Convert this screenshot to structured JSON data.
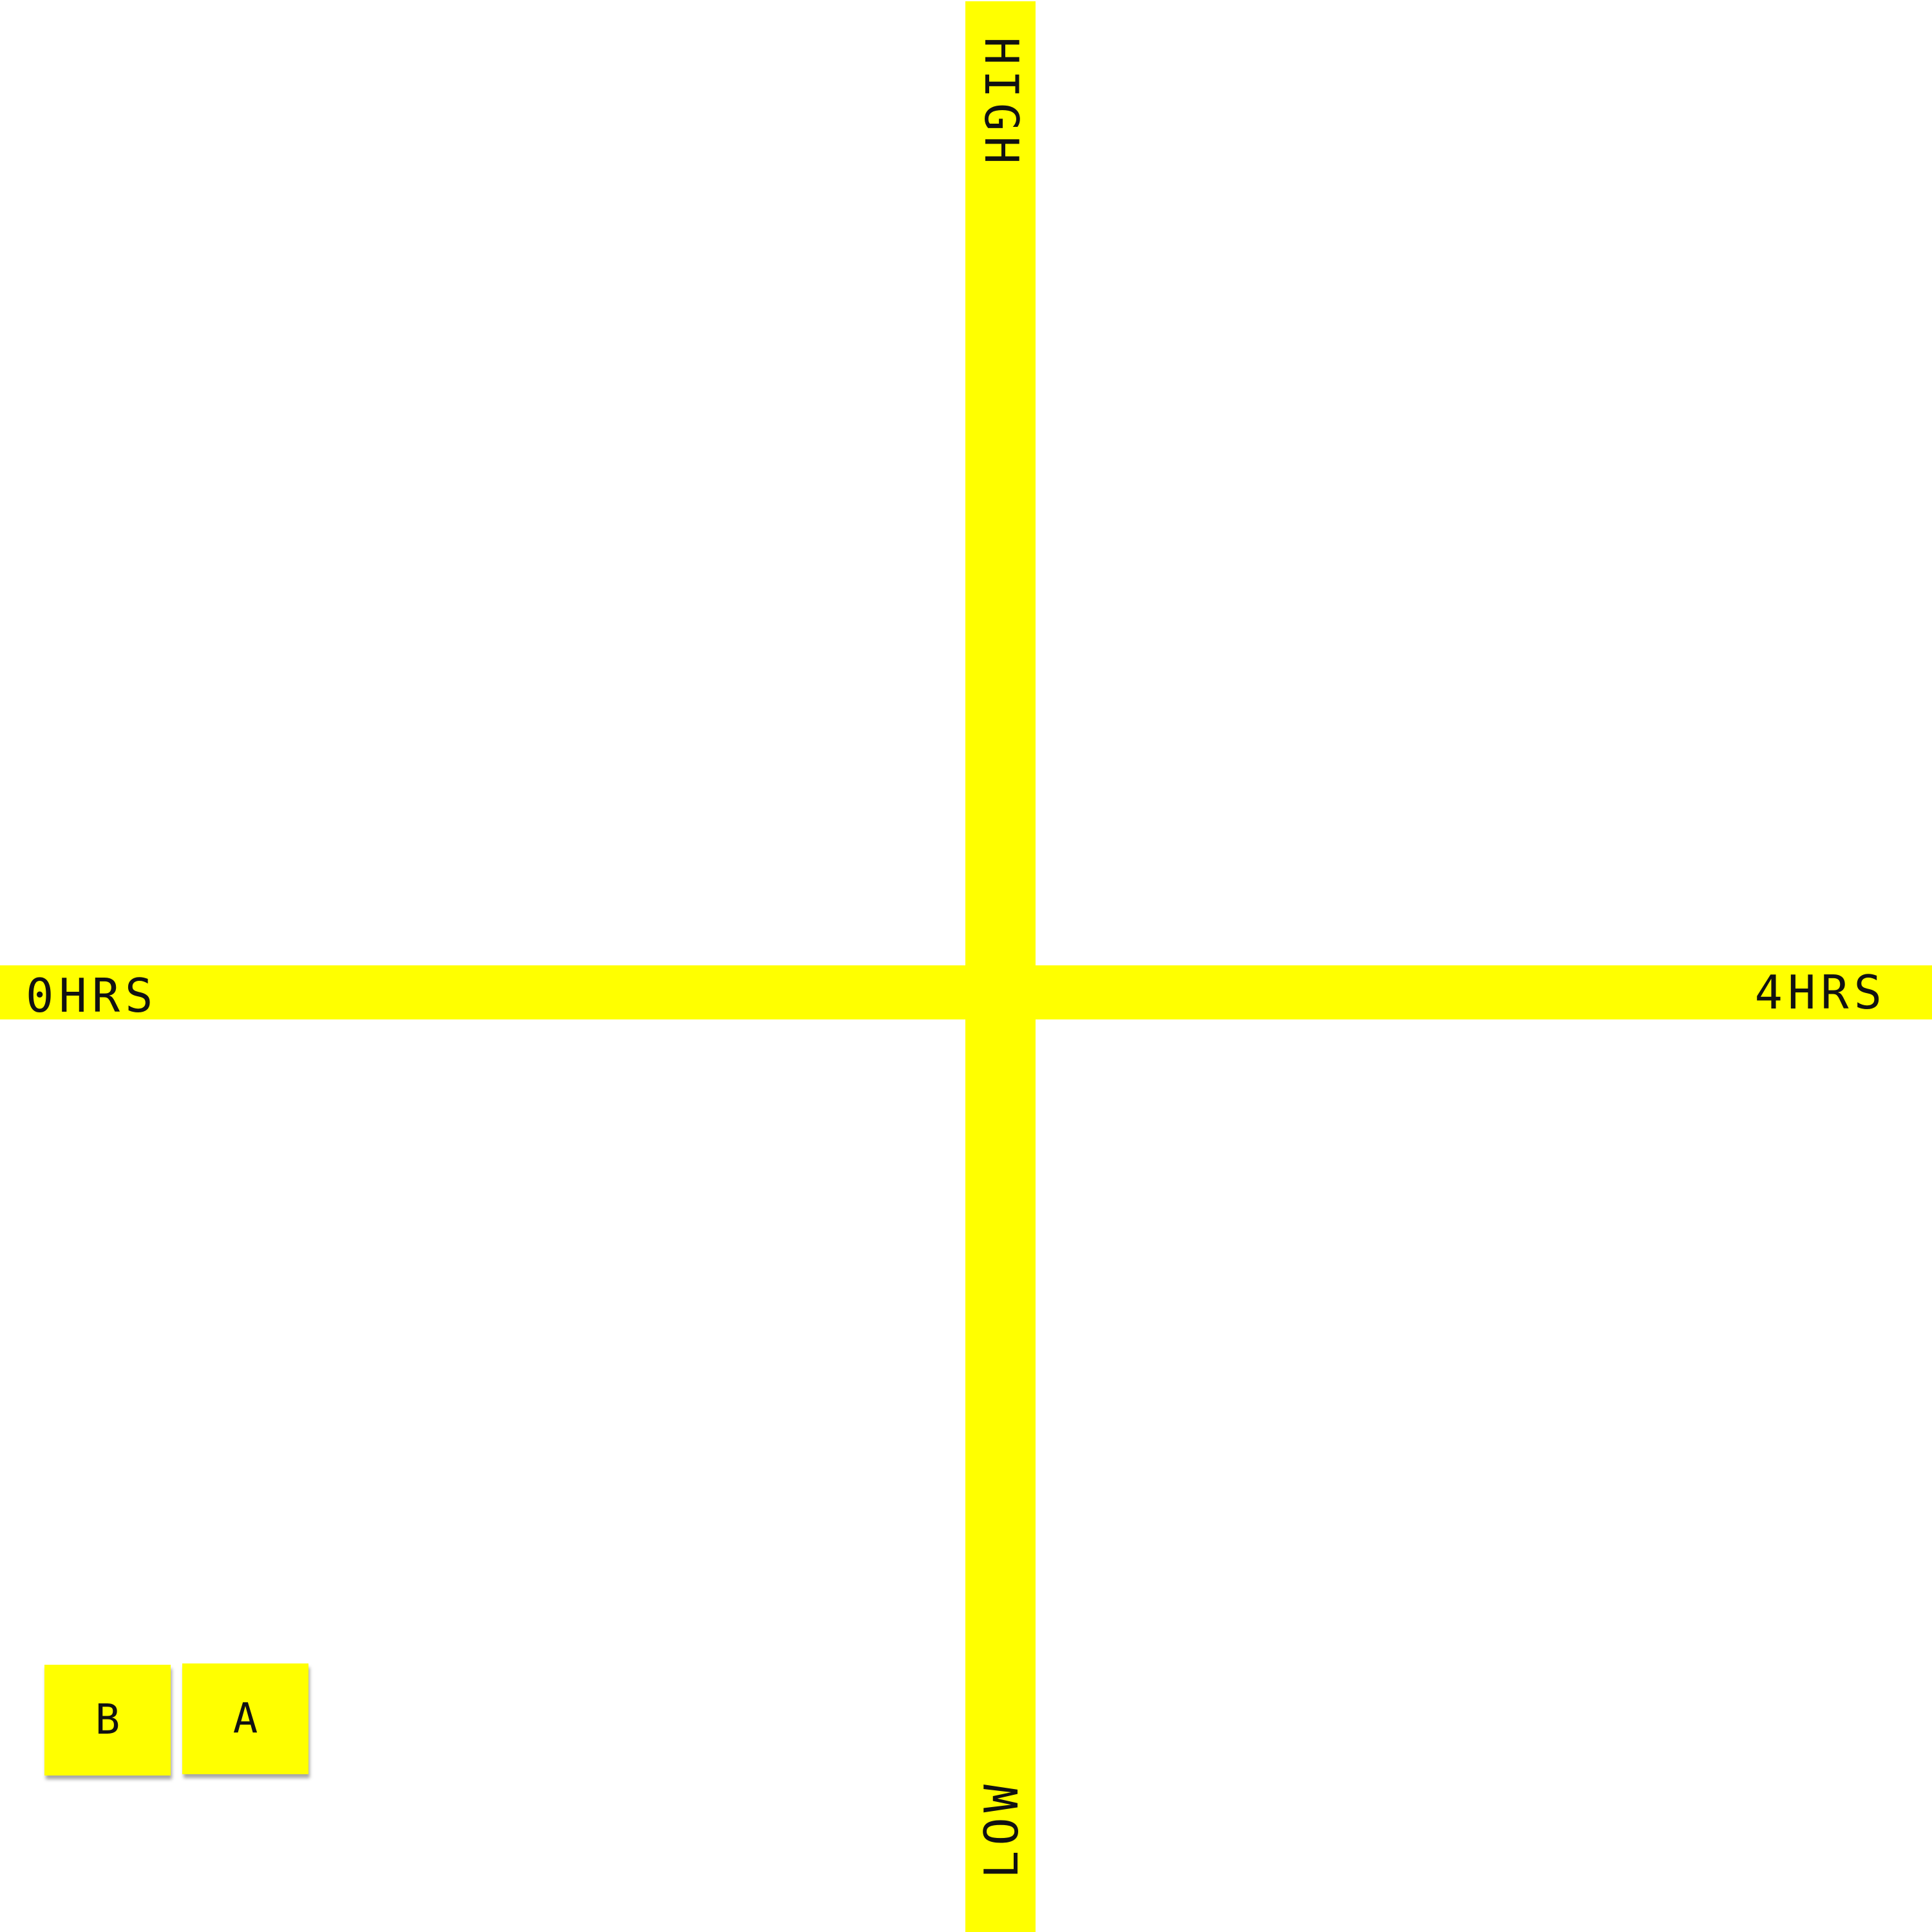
{
  "colors": {
    "tape": "#ffff00",
    "note": "#ffff00",
    "background": "#ffffff",
    "ink": "#111111"
  },
  "axes": {
    "x_min_label": "0HRS",
    "x_max_label": "4HRS",
    "y_max_label": "HIGH",
    "y_min_label": "LOW"
  },
  "notes": [
    {
      "label": "B"
    },
    {
      "label": "A"
    }
  ]
}
